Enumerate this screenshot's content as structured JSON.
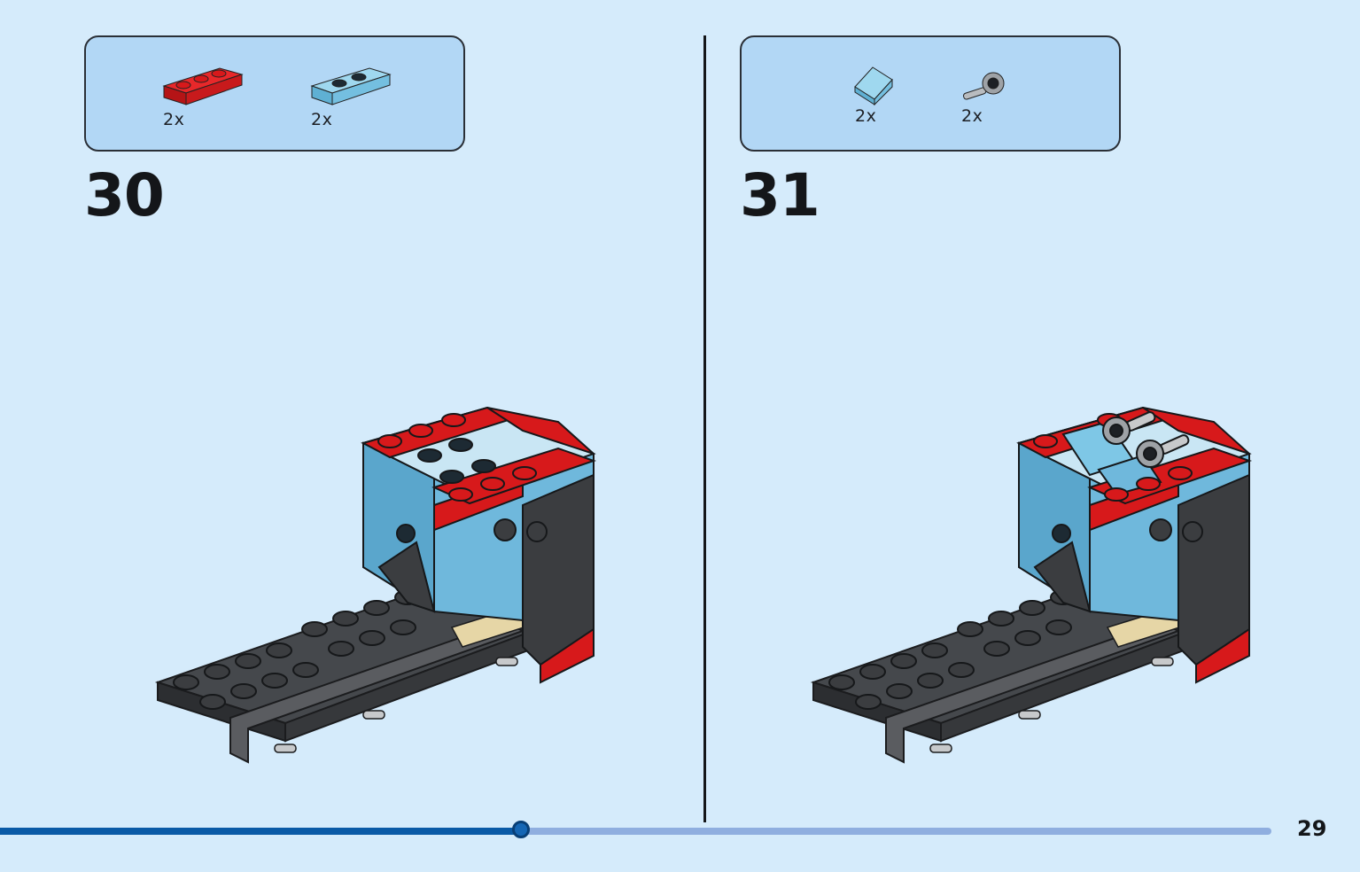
{
  "steps": [
    {
      "number": "30",
      "parts": [
        {
          "qty": "2x",
          "icon": "red-plate-1x3-icon",
          "color": "#d7191b"
        },
        {
          "qty": "2x",
          "icon": "light-blue-plate-modified-icon",
          "color": "#7ec7e6"
        }
      ]
    },
    {
      "number": "31",
      "parts": [
        {
          "qty": "2x",
          "icon": "light-blue-slope-icon",
          "color": "#7ec7e6"
        },
        {
          "qty": "2x",
          "icon": "grey-clip-bar-icon",
          "color": "#a0a3a6"
        }
      ]
    }
  ],
  "page": {
    "number": "29"
  },
  "progress": {
    "fraction": 0.41
  },
  "colors": {
    "background": "#d5ebfb",
    "parts_box": "#b2d7f5",
    "red": "#d7191b",
    "light_blue": "#7ec7e6",
    "dark_grey": "#3b3d40",
    "black": "#16181a",
    "tan": "#e6d6a6",
    "progress_done": "#0a5aa6",
    "progress_remaining": "#8faedf"
  }
}
